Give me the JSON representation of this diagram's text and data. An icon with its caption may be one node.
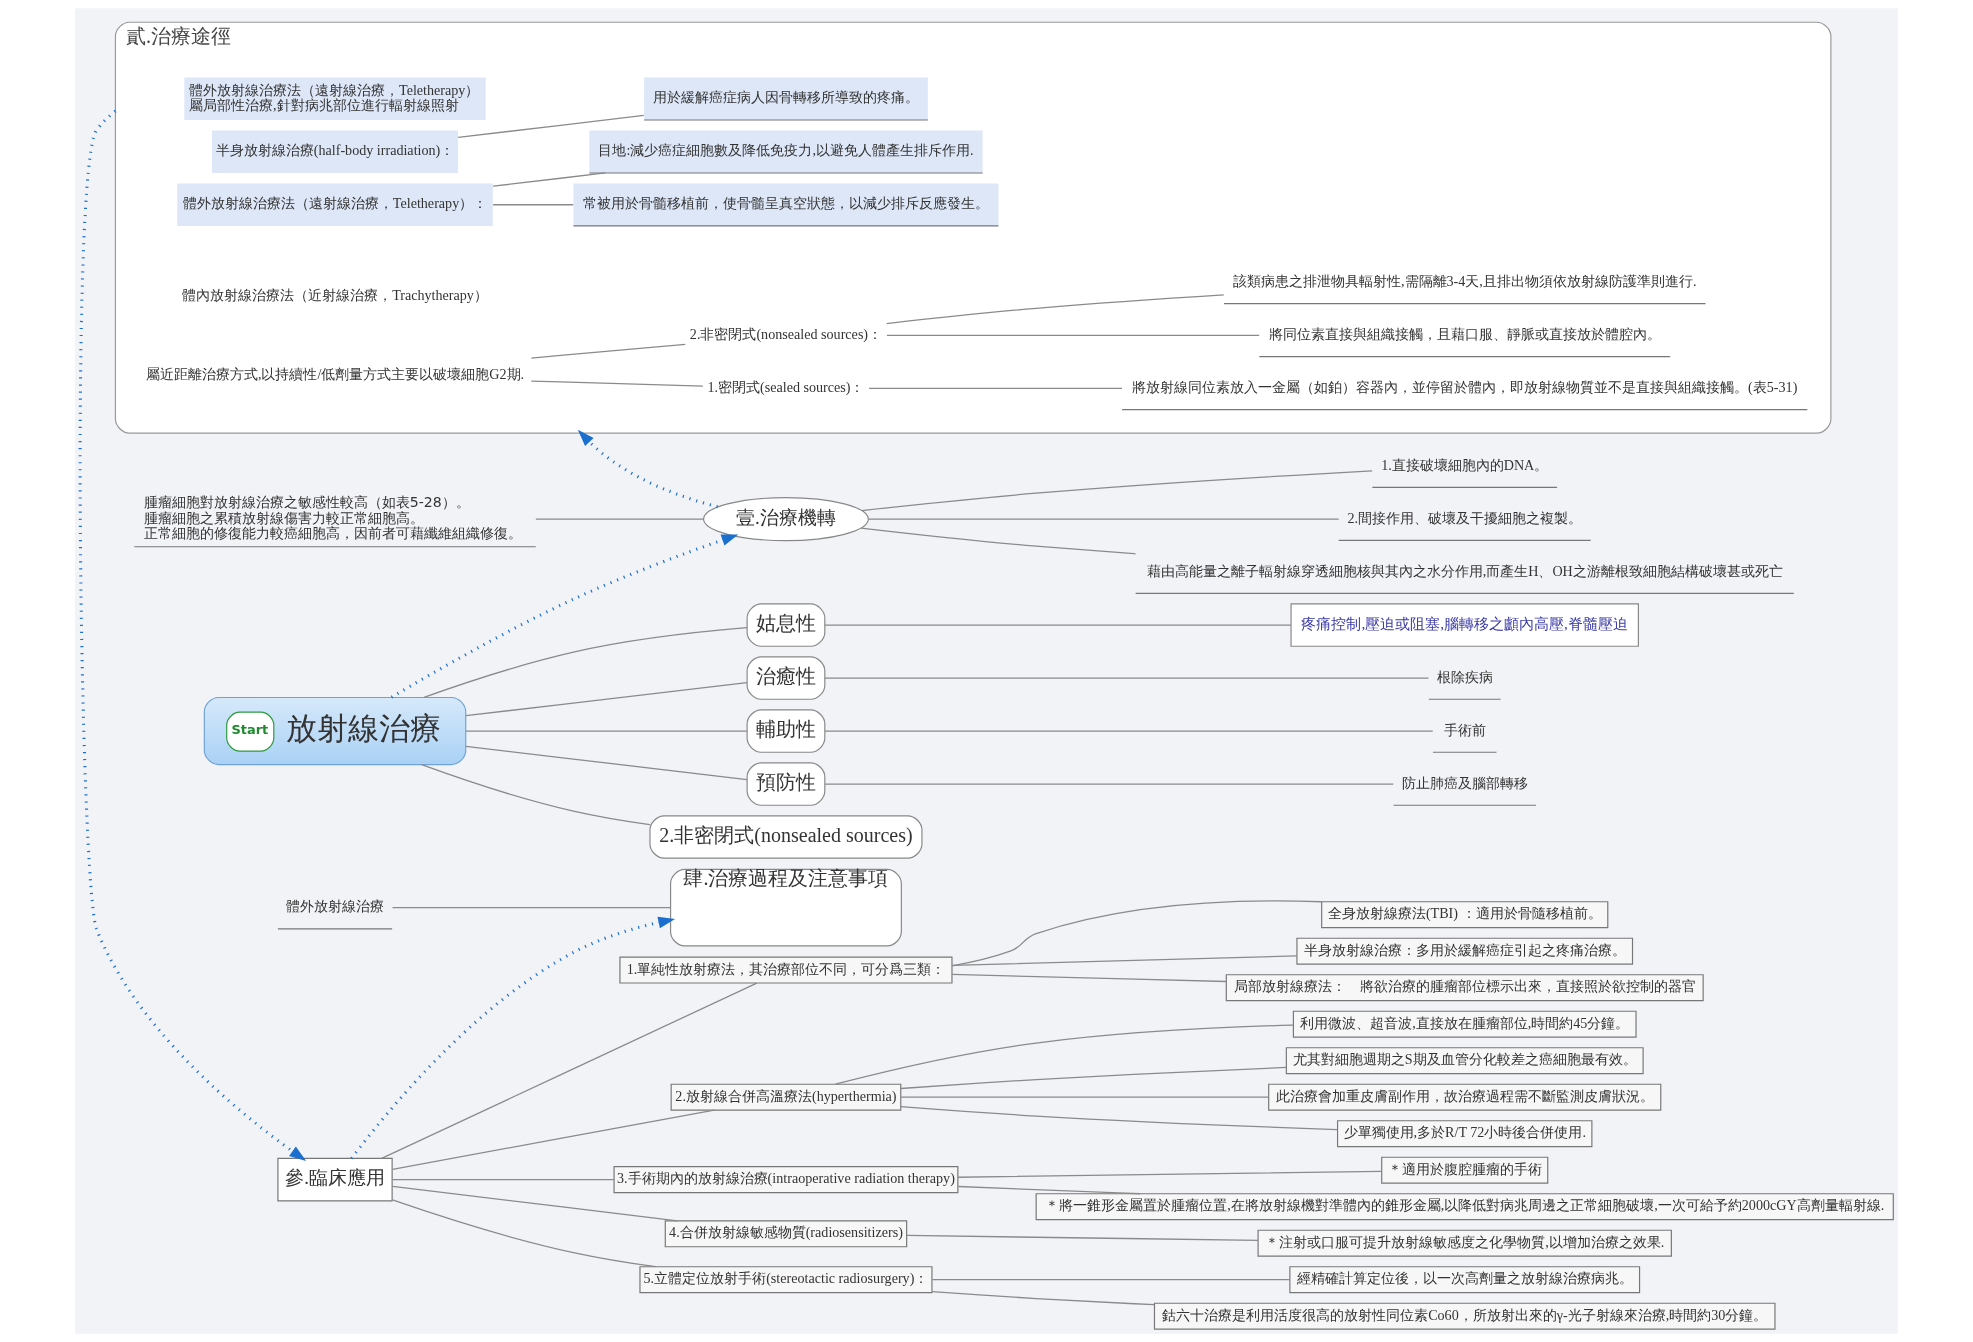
{
  "diagram": {
    "nodes": [
      {
        "text": [
          "腫瘤細胞對放射線治療之敏感性較高（如表5-28）。",
          "腫瘤細胞之累積放射線傷害力較正常細胞高。",
          "正常細胞的修復能力較癌細胞高，因前者可藉纖維組織修復。"
        ]
      },
      {
        "text": [
          "壹.治療機轉"
        ]
      },
      {
        "text": [
          "1.直接破壞細胞內的DNA。"
        ]
      },
      {
        "text": [
          "2.間接作用、破壞及干擾細胞之複製。"
        ]
      },
      {
        "text": [
          "藉由高能量之離子輻射線穿透細胞核與其內之水分作用,而產生H、OH之游離根致細胞結構破壞甚或死亡"
        ]
      },
      {
        "text": [
          "Start",
          "放射線治療"
        ]
      },
      {
        "text": [
          "姑息性"
        ]
      },
      {
        "text": [
          "疼痛控制,壓迫或阻塞,腦轉移之顱內高壓,脊髓壓迫"
        ]
      },
      {
        "text": [
          "治癒性"
        ]
      },
      {
        "text": [
          "根除疾病"
        ]
      },
      {
        "text": [
          "輔助性"
        ]
      },
      {
        "text": [
          "手術前"
        ]
      },
      {
        "text": [
          "預防性"
        ]
      },
      {
        "text": [
          "防止肺癌及腦部轉移"
        ]
      },
      {
        "text": [
          "2.非密閉式(nonsealed sources)"
        ]
      },
      {
        "text": [
          "貳.治療途徑"
        ]
      },
      {
        "text": [
          "體外放射線治療法（遠射線治療，Teletherapy）",
          "屬局部性治療,針對病兆部位進行輻射線照射"
        ],
        "in": 15
      },
      {
        "text": [
          "半身放射線治療(half-body irradiation)："
        ],
        "in": 15
      },
      {
        "text": [
          "用於緩解癌症病人因骨轉移所導致的疼痛。"
        ],
        "in": 15
      },
      {
        "text": [
          "體外放射線治療法（遠射線治療，Teletherapy）："
        ],
        "in": 15
      },
      {
        "text": [
          "常被用於骨髓移植前，使骨髓呈真空狀態，以減少排斥反應發生。"
        ],
        "in": 15
      },
      {
        "text": [
          "目地:減少癌症細胞數及降低免疫力,以避免人體產生排斥作用."
        ],
        "in": 15
      },
      {
        "text": [
          "體內放射線治療法（近射線治療，Trachytherapy）"
        ],
        "in": 15
      },
      {
        "text": [
          "屬近距離治療方式,以持續性/低劑量方式主要以破壞細胞G2期."
        ],
        "in": 15
      },
      {
        "text": [
          "1.密閉式(sealed sources)："
        ],
        "in": 15
      },
      {
        "text": [
          "將放射線同位素放入一金屬（如鉑）容器內，並停留於體內，即放射線物質並不是直接與組織接觸。(表5-31)"
        ],
        "in": 15
      },
      {
        "text": [
          "2.非密閉式(nonsealed sources)："
        ],
        "in": 15
      },
      {
        "text": [
          "將同位素直接與組織接觸，且藉口服、靜脈或直接放於體腔內。"
        ],
        "in": 15
      },
      {
        "text": [
          "該類病患之排泄物具輻射性,需隔離3-4天,且排出物須依放射線防護準則進行."
        ],
        "in": 15
      },
      {
        "text": [
          "肆.治療過程及注意事項"
        ]
      },
      {
        "text": [
          "體外放射線治療"
        ]
      },
      {
        "text": [
          "參.臨床應用"
        ]
      },
      {
        "text": [
          "1.單純性放射療法，其治療部位不同，可分爲三類："
        ]
      },
      {
        "text": [
          "全身放射線療法(TBI) ：適用於骨隨移植前。"
        ]
      },
      {
        "text": [
          "半身放射線治療：多用於緩解癌症引起之疼痛治療。"
        ]
      },
      {
        "text": [
          "局部放射線療法：　將欲治療的腫瘤部位標示出來，直接照於欲控制的器官"
        ]
      },
      {
        "text": [
          "2.放射線合併高溫療法(hyperthermia)"
        ]
      },
      {
        "text": [
          "利用微波、超音波,直接放在腫瘤部位,時間約45分鐘。"
        ]
      },
      {
        "text": [
          "尤其對細胞週期之S期及血管分化較差之癌細胞最有效。"
        ]
      },
      {
        "text": [
          "此治療會加重皮膚副作用，故治療過程需不斷監測皮膚狀況。"
        ]
      },
      {
        "text": [
          "少單獨使用,多於R/T 72小時後合併使用."
        ]
      },
      {
        "text": [
          "3.手術期內的放射線治療(intraoperative radiation therapy)"
        ]
      },
      {
        "text": [
          "＊適用於腹腔腫瘤的手術"
        ]
      },
      {
        "text": [
          "＊將一錐形金屬置於腫瘤位置,在將放射線機對準體內的錐形金屬,以降低對病兆周邊之正常細胞破壞,一次可給予約2000cGY高劑量輻射線."
        ]
      },
      {
        "text": [
          "4.合併放射線敏感物質(radiosensitizers)"
        ]
      },
      {
        "text": [
          "＊注射或口服可提升放射線敏感度之化學物質,以增加治療之效果."
        ]
      },
      {
        "text": [
          "5.立體定位放射手術(stereotactic radiosurgery)："
        ]
      },
      {
        "text": [
          "經精確計算定位後，以一次高劑量之放射線治療病兆。"
        ]
      },
      {
        "text": [
          "鈷六十治療是利用活度很高的放射性同位素Co60，所放射出來的γ-光子射線來治療,時間約30分鐘。"
        ]
      }
    ],
    "edges": [
      {
        "from": 0,
        "to": 1,
        "arrow": "none"
      },
      {
        "from": 1,
        "to": 2,
        "arrow": "none"
      },
      {
        "from": 1,
        "to": 3,
        "arrow": "none"
      },
      {
        "from": 1,
        "to": 4,
        "arrow": "none"
      },
      {
        "from": 5,
        "to": 1,
        "arrow": "to",
        "style": "dashed",
        "color": "#1a6fcf"
      },
      {
        "from": 5,
        "to": 6,
        "arrow": "none"
      },
      {
        "from": 6,
        "to": 7,
        "arrow": "none"
      },
      {
        "from": 5,
        "to": 8,
        "arrow": "none"
      },
      {
        "from": 8,
        "to": 9,
        "arrow": "none"
      },
      {
        "from": 5,
        "to": 10,
        "arrow": "none"
      },
      {
        "from": 10,
        "to": 11,
        "arrow": "none"
      },
      {
        "from": 5,
        "to": 12,
        "arrow": "none"
      },
      {
        "from": 12,
        "to": 13,
        "arrow": "none"
      },
      {
        "from": 5,
        "to": 14,
        "arrow": "none"
      },
      {
        "from": 1,
        "to": 15,
        "arrow": "to",
        "style": "dashed",
        "color": "#1a6fcf"
      },
      {
        "from": 17,
        "to": 18,
        "arrow": "none"
      },
      {
        "from": 19,
        "to": 20,
        "arrow": "none"
      },
      {
        "from": 19,
        "to": 21,
        "arrow": "none"
      },
      {
        "from": 23,
        "to": 24,
        "arrow": "none"
      },
      {
        "from": 24,
        "to": 25,
        "arrow": "none"
      },
      {
        "from": 23,
        "to": 26,
        "arrow": "none"
      },
      {
        "from": 26,
        "to": 27,
        "arrow": "none"
      },
      {
        "from": 26,
        "to": 28,
        "arrow": "none"
      },
      {
        "from": 15,
        "to": 31,
        "arrow": "to",
        "style": "dashed",
        "color": "#1a6fcf"
      },
      {
        "from": 31,
        "to": 29,
        "arrow": "to",
        "style": "dashed",
        "color": "#1a6fcf"
      },
      {
        "from": 30,
        "to": 29,
        "arrow": "none"
      },
      {
        "from": 31,
        "to": 32,
        "arrow": "none"
      },
      {
        "from": 32,
        "to": 33,
        "arrow": "none"
      },
      {
        "from": 32,
        "to": 34,
        "arrow": "none"
      },
      {
        "from": 32,
        "to": 35,
        "arrow": "none"
      },
      {
        "from": 31,
        "to": 36,
        "arrow": "none"
      },
      {
        "from": 36,
        "to": 37,
        "arrow": "none"
      },
      {
        "from": 36,
        "to": 38,
        "arrow": "none"
      },
      {
        "from": 36,
        "to": 39,
        "arrow": "none"
      },
      {
        "from": 36,
        "to": 40,
        "arrow": "none"
      },
      {
        "from": 31,
        "to": 41,
        "arrow": "none"
      },
      {
        "from": 41,
        "to": 42,
        "arrow": "none"
      },
      {
        "from": 41,
        "to": 43,
        "arrow": "none"
      },
      {
        "from": 31,
        "to": 44,
        "arrow": "none"
      },
      {
        "from": 44,
        "to": 45,
        "arrow": "none"
      },
      {
        "from": 31,
        "to": 46,
        "arrow": "none"
      },
      {
        "from": 46,
        "to": 47,
        "arrow": "none"
      },
      {
        "from": 46,
        "to": 48,
        "arrow": "none"
      }
    ]
  }
}
